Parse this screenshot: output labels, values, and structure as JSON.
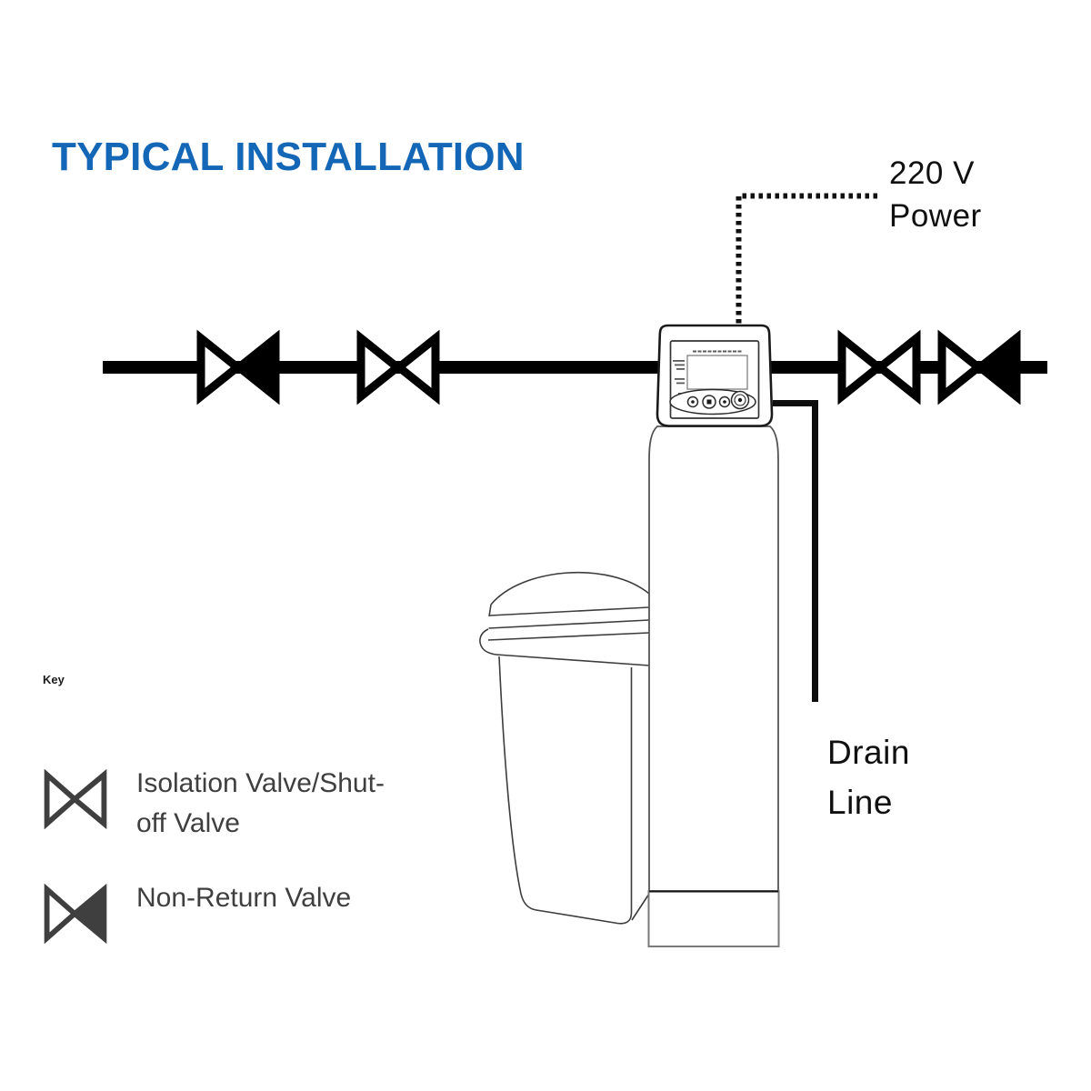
{
  "title": "TYPICAL INSTALLATION",
  "labels": {
    "power": {
      "line1": "220 V",
      "line2": "Power"
    },
    "drain": {
      "line1": "Drain",
      "line2": "Line"
    },
    "key": "Key"
  },
  "legend": {
    "items": [
      {
        "id": "isolation-valve",
        "line1": "Isolation Valve/Shut-",
        "line2": "off Valve"
      },
      {
        "id": "non-return-valve",
        "line1": "Non-Return Valve",
        "line2": ""
      }
    ]
  },
  "diagram": {
    "pipe_valves": [
      {
        "position": "left-outer",
        "type": "non-return"
      },
      {
        "position": "left-inner",
        "type": "isolation"
      },
      {
        "position": "right-inner",
        "type": "isolation"
      },
      {
        "position": "right-outer",
        "type": "non-return"
      }
    ],
    "components": [
      "control-valve-head",
      "resin-tank",
      "brine-tank",
      "drain-line",
      "power-cord"
    ]
  },
  "colors": {
    "title_blue": "#1467b6",
    "diagram_black": "#000000",
    "legend_gray": "#3f3f3f"
  }
}
